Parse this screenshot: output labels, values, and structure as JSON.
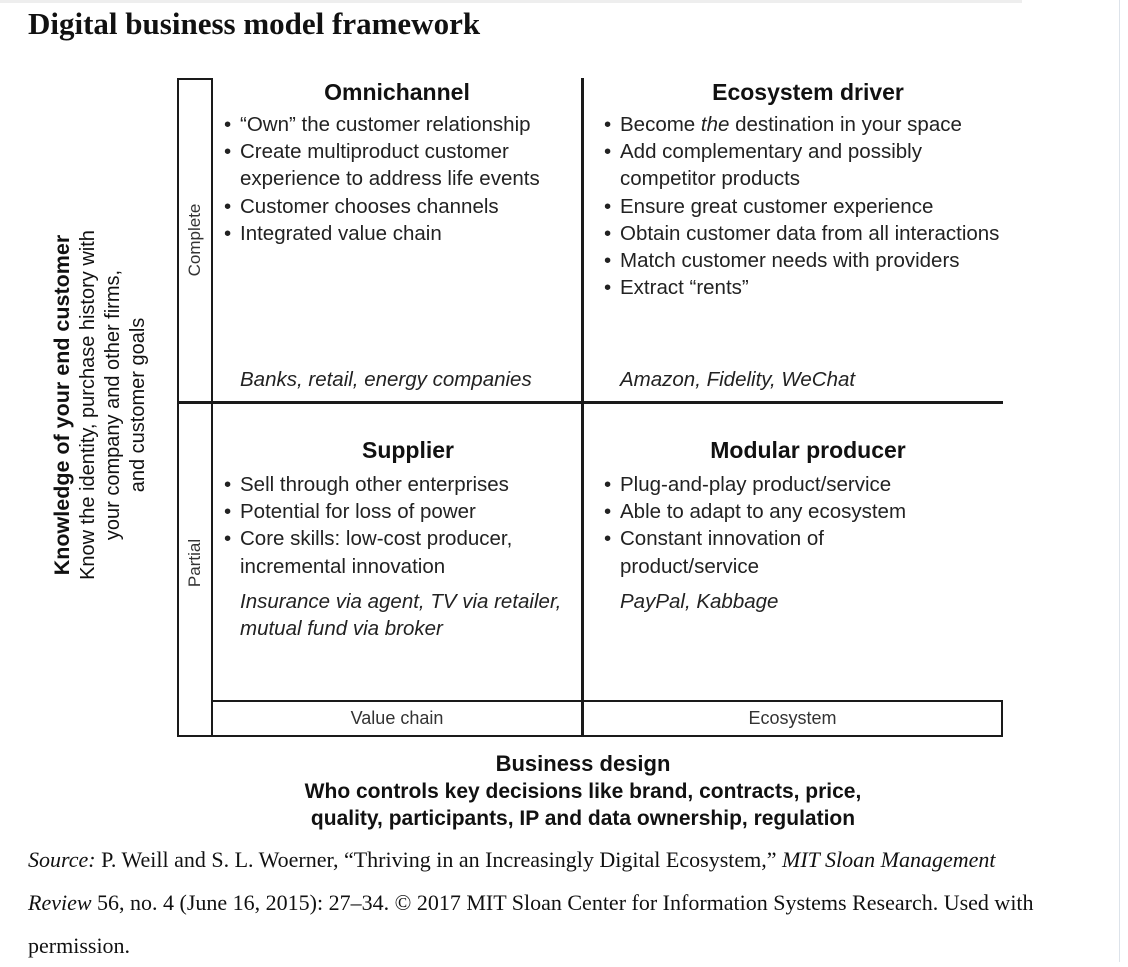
{
  "title": "Digital business model framework",
  "y_axis": {
    "title": "Knowledge of your end customer",
    "subtitle_lines": [
      "Know the identity, purchase history with",
      "your company and other firms,",
      "and customer goals"
    ],
    "levels": {
      "top": "Complete",
      "bottom": "Partial"
    }
  },
  "x_axis": {
    "title": "Business design",
    "subtitle_lines": [
      "Who controls key decisions like brand, contracts, price,",
      "quality, participants, IP and data ownership, regulation"
    ],
    "levels": {
      "left": "Value chain",
      "right": "Ecosystem"
    }
  },
  "quadrants": {
    "omnichannel": {
      "title": "Omnichannel",
      "bullets": [
        "“Own” the customer relationship",
        "Create multiproduct customer experience to address life events",
        "Customer chooses channels",
        "Integrated value chain"
      ],
      "examples": "Banks, retail, energy companies"
    },
    "ecosystem_driver": {
      "title": "Ecosystem driver",
      "bullet_1_pre": "Become ",
      "bullet_1_em": "the",
      "bullet_1_post": " destination in your space",
      "bullets": [
        "Add complementary and possibly competitor products",
        "Ensure great customer experience",
        "Obtain customer data from all interactions",
        "Match customer needs with providers",
        "Extract “rents”"
      ],
      "examples": "Amazon, Fidelity, WeChat"
    },
    "supplier": {
      "title": "Supplier",
      "bullets": [
        "Sell through other enterprises",
        "Potential for loss of power",
        "Core skills: low-cost producer, incremental innovation"
      ],
      "examples": "Insurance via agent, TV via retailer, mutual fund via broker"
    },
    "modular_producer": {
      "title": "Modular producer",
      "bullets": [
        "Plug-and-play product/service",
        "Able to adapt to any ecosystem",
        "Constant innovation of product/service"
      ],
      "examples": "PayPal, Kabbage"
    }
  },
  "source": {
    "label": "Source:",
    "authors": " P. Weill and S. L. Woerner, “Thriving in an Increasingly Digital Ecosystem,” ",
    "journal": "MIT Sloan Management Review",
    "details": " 56, no. 4 (June 16, 2015): 27–34. © 2017 MIT Sloan Center for Information Systems Research. Used with permission."
  }
}
